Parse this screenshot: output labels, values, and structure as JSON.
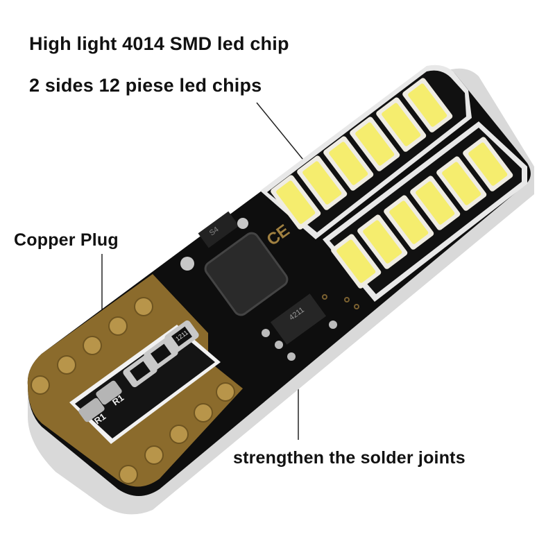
{
  "annotations": {
    "headline": "High light 4014 SMD led chip",
    "led_count": "2 sides 12 piese led chips",
    "copper_plug": "Copper Plug",
    "solder": "strengthen the solder joints"
  },
  "board": {
    "markings": {
      "diode": "S4",
      "regulator": "4211",
      "resistor_top": "1211",
      "resistor_small": "R1",
      "certification": "CE"
    },
    "led_rows": 2,
    "leds_per_row": 6
  },
  "colors": {
    "background": "#ffffff",
    "pcb": "#0d0d0d",
    "copper": "#8a6a2a",
    "led_yellow": "#f4ec70",
    "led_frame": "#eeeae0",
    "base_silver": "#d8d8d8",
    "text": "#111111"
  }
}
